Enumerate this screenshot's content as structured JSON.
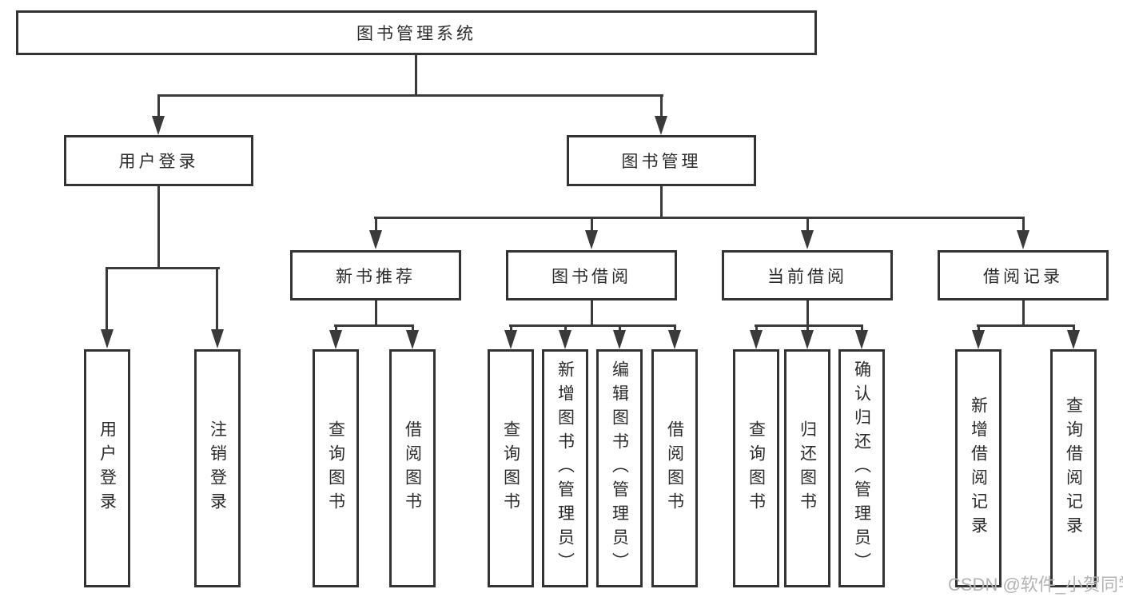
{
  "tree": {
    "root": {
      "label": "图书管理系统"
    },
    "children": [
      {
        "label": "用户登录",
        "children": [
          {
            "label": "用户登录"
          },
          {
            "label": "注销登录"
          }
        ]
      },
      {
        "label": "图书管理",
        "children": [
          {
            "label": "新书推荐",
            "children": [
              {
                "label": "查询图书"
              },
              {
                "label": "借阅图书"
              }
            ]
          },
          {
            "label": "图书借阅",
            "children": [
              {
                "label": "查询图书"
              },
              {
                "label": "新增图书（管理员）"
              },
              {
                "label": "编辑图书（管理员）"
              },
              {
                "label": "借阅图书"
              }
            ]
          },
          {
            "label": "当前借阅",
            "children": [
              {
                "label": "查询图书"
              },
              {
                "label": "归还图书"
              },
              {
                "label": "确认归还（管理员）"
              }
            ]
          },
          {
            "label": "借阅记录",
            "children": [
              {
                "label": "新增借阅记录"
              },
              {
                "label": "查询借阅记录"
              }
            ]
          }
        ]
      }
    ]
  },
  "watermark": {
    "text": "CSDN @软件_小贺同学"
  },
  "colors": {
    "line": "#3a3a3a",
    "box_border": "#333333",
    "text": "#2b2b2b",
    "watermark": "#b3b3b3",
    "background": "#ffffff"
  }
}
